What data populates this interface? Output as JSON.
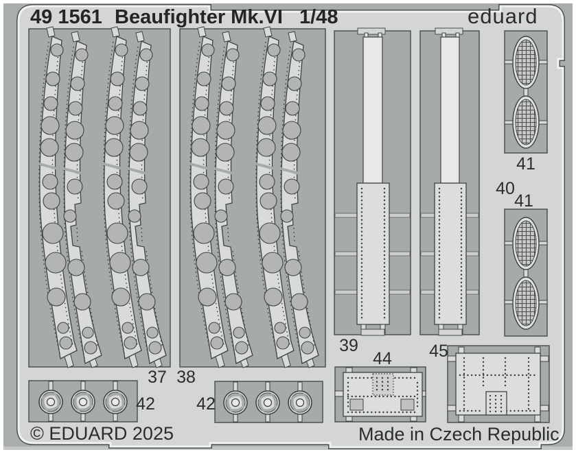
{
  "header": {
    "catalog": "49 1561",
    "title": "Beaufighter Mk.VI",
    "scale": "1/48",
    "brand": "eduard"
  },
  "footer": {
    "copyright": "© EDUARD 2025",
    "made_in": "Made in Czech Republic"
  },
  "part_labels": {
    "p37": "37",
    "p38": "38",
    "p39": "39",
    "p40": "40",
    "p41_top": "41",
    "p41_bottom": "41",
    "p42_left": "42",
    "p42_right": "42",
    "p44": "44",
    "p45": "45"
  },
  "colors": {
    "backdrop": "#a9adac",
    "sheet": "#d3d6d5",
    "window_cutout": "#a6aaa9",
    "part": "#d9dbda",
    "bright_part": "#e7e9e8",
    "hole": "#b2b5b4",
    "outline": "#3f4243",
    "text": "#232526"
  }
}
